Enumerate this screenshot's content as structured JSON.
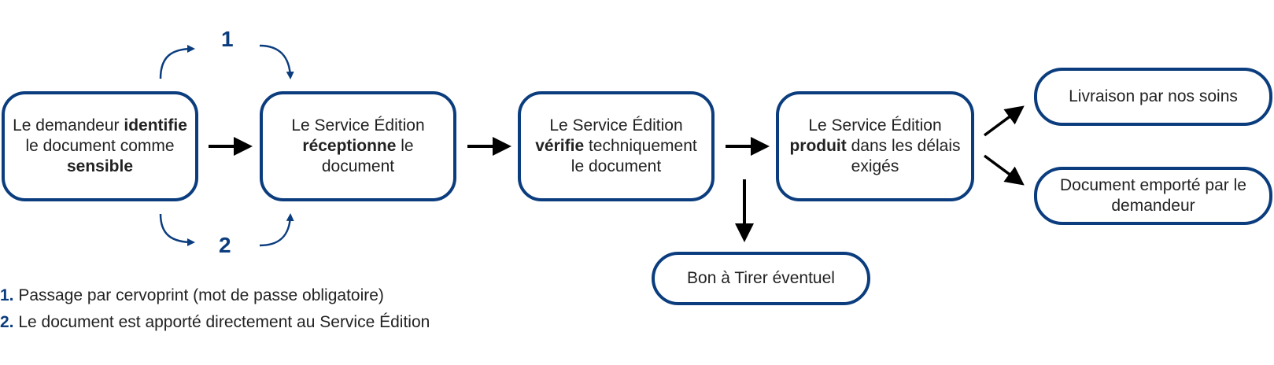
{
  "steps": [
    {
      "pre": "Le demandeur ",
      "bold": "identifie",
      "post": " le document comme ",
      "bold2": "sensible"
    },
    {
      "pre": "Le Service Édition ",
      "bold": "réceptionne",
      "post": " le document"
    },
    {
      "pre": "Le Service Édition ",
      "bold": "vérifie",
      "post": " techniquement le document"
    },
    {
      "pre": "Le Service Édition ",
      "bold": "produit",
      "post": " dans les délais exigés"
    }
  ],
  "outcomes": {
    "bat": "Bon à Tirer éventuel",
    "delivery": "Livraison par nos soins",
    "pickup": "Document emporté par le demandeur"
  },
  "branches": {
    "one": "1",
    "two": "2"
  },
  "legend": [
    {
      "num": "1.",
      "text": " Passage par cervoprint (mot de passe obligatoire)"
    },
    {
      "num": "2.",
      "text": " Le document est apporté directement au Service Édition"
    }
  ],
  "colors": {
    "accent": "#0b3d7e",
    "arrow": "#000000"
  }
}
